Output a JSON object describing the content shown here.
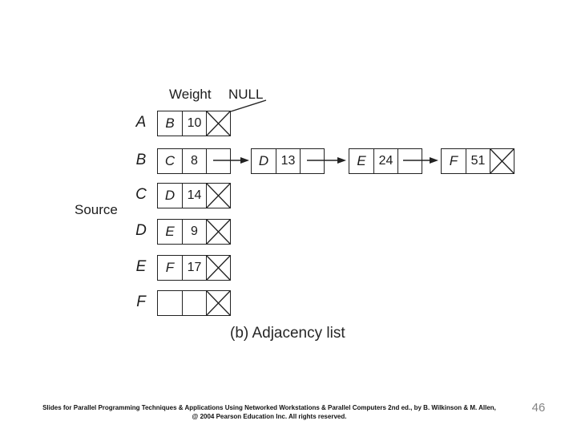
{
  "diagram": {
    "weight_label": "Weight",
    "null_label": "NULL",
    "source_label": "Source",
    "caption": "(b) Adjacency list",
    "rows": [
      {
        "label": "A",
        "nodes": [
          {
            "vertex": "B",
            "weight": "10",
            "is_null": true
          }
        ]
      },
      {
        "label": "B",
        "nodes": [
          {
            "vertex": "C",
            "weight": "8",
            "is_null": false
          },
          {
            "vertex": "D",
            "weight": "13",
            "is_null": false
          },
          {
            "vertex": "E",
            "weight": "24",
            "is_null": false
          },
          {
            "vertex": "F",
            "weight": "51",
            "is_null": true
          }
        ]
      },
      {
        "label": "C",
        "nodes": [
          {
            "vertex": "D",
            "weight": "14",
            "is_null": true
          }
        ]
      },
      {
        "label": "D",
        "nodes": [
          {
            "vertex": "E",
            "weight": "9",
            "is_null": true
          }
        ]
      },
      {
        "label": "E",
        "nodes": [
          {
            "vertex": "F",
            "weight": "17",
            "is_null": true
          }
        ]
      },
      {
        "label": "F",
        "nodes": [
          {
            "vertex": "",
            "weight": "",
            "is_null": true
          }
        ]
      }
    ]
  },
  "footer": {
    "line1": "Slides for Parallel Programming Techniques & Applications Using Networked Workstations & Parallel Computers 2nd ed., by B. Wilkinson & M. Allen,",
    "line2": "@ 2004 Pearson Education Inc. All rights reserved.",
    "page_number": "46"
  },
  "colors": {
    "ink": "#1c1c1c",
    "page_number": "#848484"
  }
}
